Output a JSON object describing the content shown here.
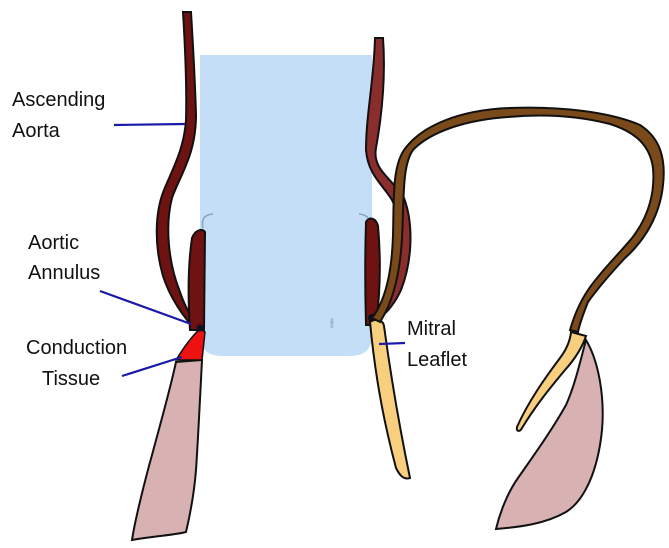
{
  "labels": {
    "ascending_aorta": [
      "Ascending",
      "Aorta"
    ],
    "aortic_annulus": [
      "Aortic",
      "Annulus"
    ],
    "conduction_tissue": [
      "Conduction",
      "Tissue"
    ],
    "mitral_leaflet": [
      "Mitral",
      "Leaflet"
    ]
  },
  "colors": {
    "valve_box": "#c4def8",
    "aorta_wall": "#6e1212",
    "left_atrium_wall": "#7a4a1a",
    "ventricle": "#d8b2b2",
    "mitral_leaflet": "#f7cf7f",
    "conduction_tissue": "#ee1111",
    "leader_line": "#1a1aa8"
  }
}
